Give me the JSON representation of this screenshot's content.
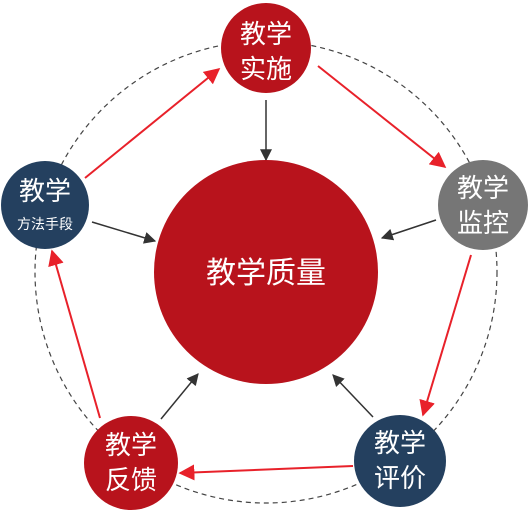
{
  "colors": {
    "red": "#b8131c",
    "navy": "#24405f",
    "gray": "#767676",
    "cycle_arrow": "#e8212a",
    "inward_arrow": "#333333",
    "ring": "#444444",
    "text": "#ffffff"
  },
  "center": {
    "label": "教学质量"
  },
  "nodes": {
    "implementation": {
      "line1": "教学",
      "line2": "实施"
    },
    "monitoring": {
      "line1": "教学",
      "line2": "监控"
    },
    "evaluation": {
      "line1": "教学",
      "line2": "评价"
    },
    "feedback": {
      "line1": "教学",
      "line2": "反馈"
    },
    "methods": {
      "line1": "教学",
      "line2": "方法手段"
    }
  }
}
